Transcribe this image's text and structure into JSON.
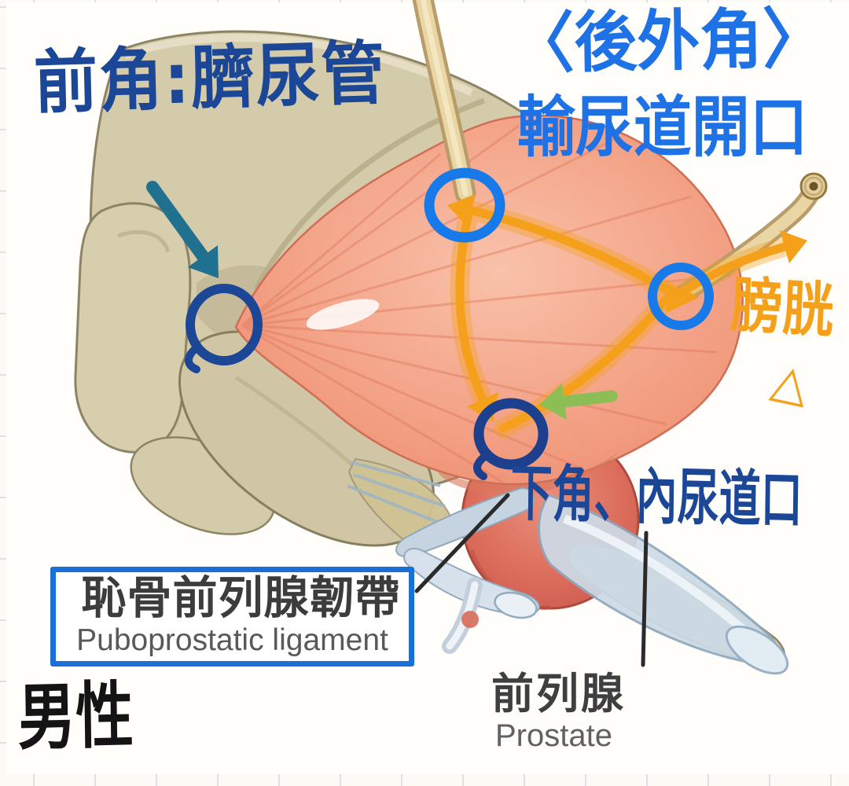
{
  "canvas": {
    "paper_color": "#fbfaf5",
    "grid_color": "#96a5b9",
    "photo_color": "#fffefb"
  },
  "handwritten": {
    "anterior_angle": {
      "text": "前角:臍尿管",
      "color": "#1c4796"
    },
    "posterolateral_angle": {
      "line1": "〈後外角〉",
      "line2": "輸尿道開口",
      "color": "#1e72e6"
    },
    "bladder": {
      "text": "膀胱",
      "symbol": "△",
      "color": "#f5a01b"
    },
    "inferior_angle": {
      "text": "下角、內尿道口",
      "color": "#1c4796"
    },
    "male": {
      "text": "男性",
      "color": "#141414"
    }
  },
  "printed": {
    "puboprostatic_ligament": {
      "zh": "恥骨前列腺韌帶",
      "en": "Puboprostatic ligament",
      "border_color": "#1a70d8",
      "zh_color": "#3c3c3c",
      "en_color": "#595959"
    },
    "prostate": {
      "zh": "前列腺",
      "en": "Prostate",
      "zh_color": "#3f3f3f",
      "en_color": "#616161"
    }
  },
  "ink_colors": {
    "navy": "#1c4796",
    "bright_blue": "#187ae9",
    "dark_navy_circle": "#1c3f8e",
    "teal_arrow": "#20708f",
    "orange": "#f5a01b",
    "green_arrow": "#8cbe55",
    "leader_line": "#2a2a2a"
  },
  "figure_colors": {
    "bone": "#d4cbaa",
    "bone_outline": "#8d8465",
    "bladder": "#f2a188",
    "bladder_outline": "#cf6e54",
    "prostate": "#dd6e5d",
    "prostate_outline": "#ad4a3e",
    "ligament": "#cddbe7",
    "ligament_outline": "#8fa8bc",
    "ureter": "#e9d6a4"
  }
}
